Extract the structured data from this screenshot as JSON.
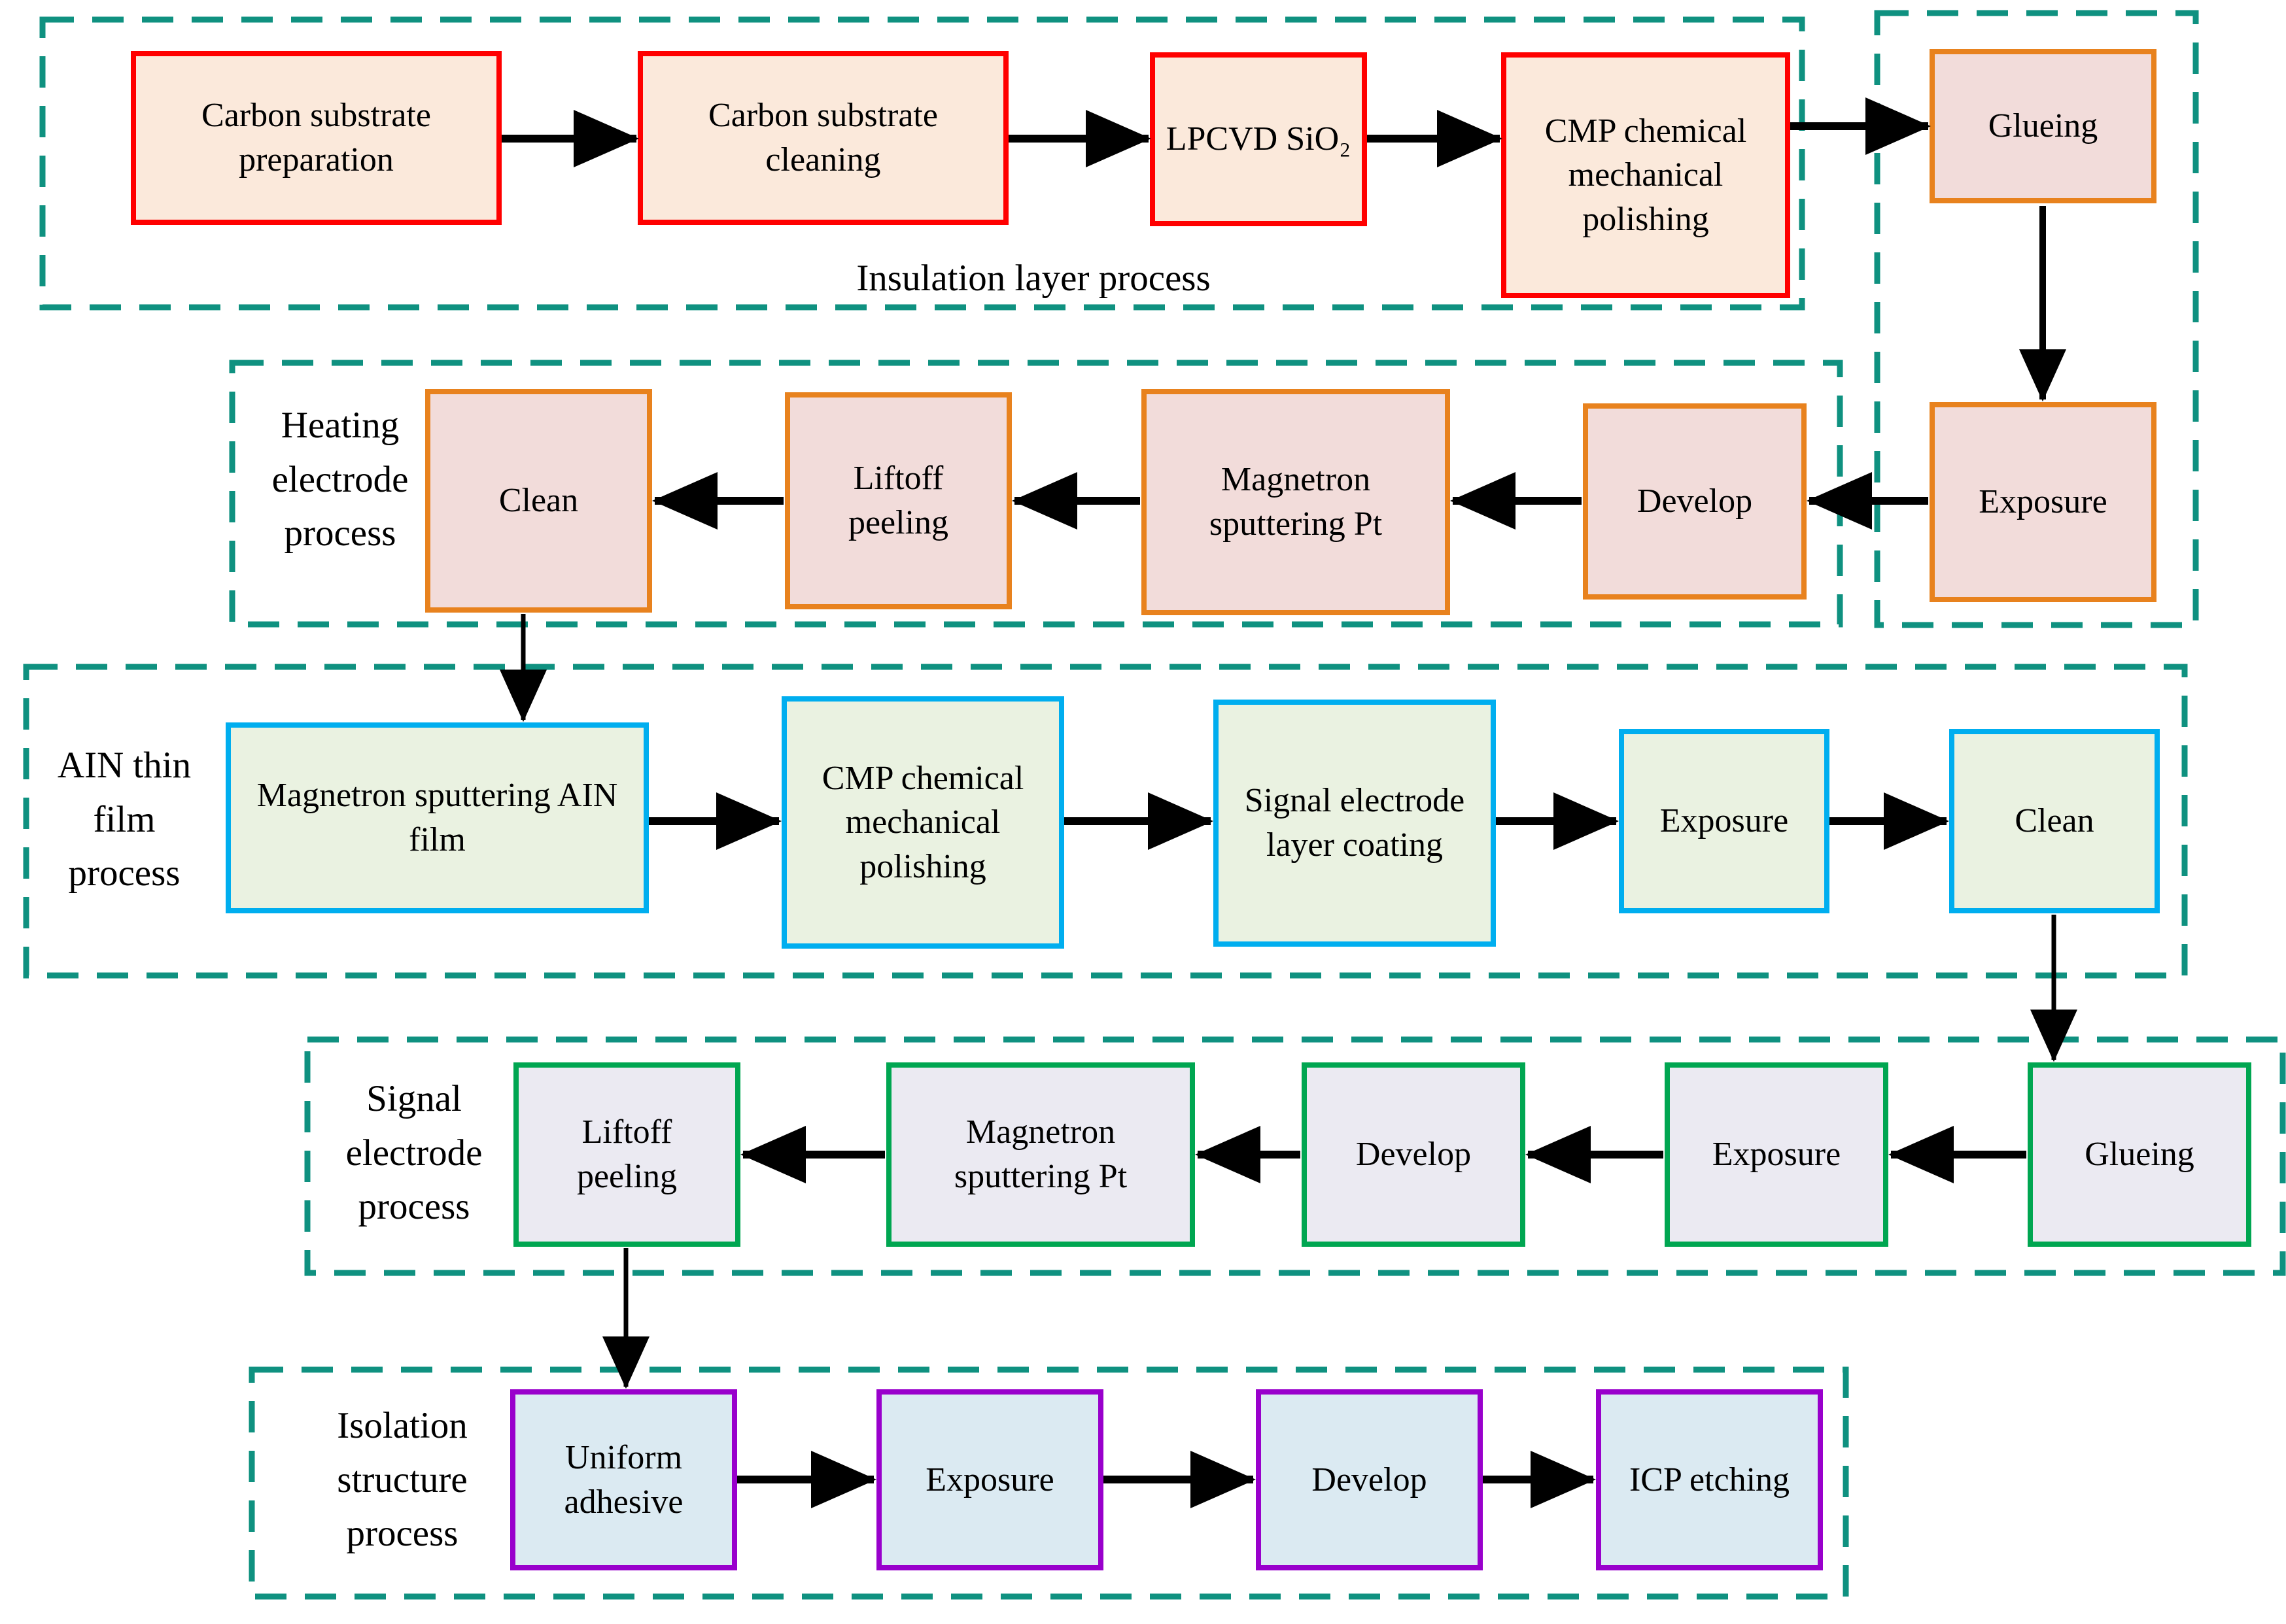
{
  "insulation": {
    "label": "Insulation layer process",
    "boxes": {
      "prep": "Carbon substrate preparation",
      "cleaning": "Carbon substrate cleaning",
      "lpcvd": "LPCVD SiO₂",
      "cmp": "CMP chemical mechanical polishing"
    }
  },
  "transfer": {
    "boxes": {
      "glueing": "Glueing",
      "exposure": "Exposure"
    }
  },
  "heating": {
    "label": "Heating\nelectrode\nprocess",
    "boxes": {
      "clean": "Clean",
      "liftoff": "Liftoff peeling",
      "magnetron_pt": "Magnetron sputtering Pt",
      "develop": "Develop"
    }
  },
  "ain": {
    "label": "AIN thin\nfilm\nprocess",
    "boxes": {
      "magnetron_ain": "Magnetron sputtering AIN film",
      "cmp": "CMP chemical mechanical polishing",
      "signal_coating": "Signal electrode layer coating",
      "exposure": "Exposure",
      "clean": "Clean"
    }
  },
  "signal": {
    "label": "Signal\nelectrode\nprocess",
    "boxes": {
      "liftoff": "Liftoff peeling",
      "magnetron_pt": "Magnetron sputtering Pt",
      "develop": "Develop",
      "exposure": "Exposure",
      "glueing": "Glueing"
    }
  },
  "isolation": {
    "label": "Isolation\nstructure\nprocess",
    "boxes": {
      "adhesive": "Uniform adhesive",
      "exposure": "Exposure",
      "develop": "Develop",
      "icp": "ICP etching"
    }
  },
  "colors": {
    "group_dash": "#0F9180",
    "insulation_border": "#FF0000",
    "heating_border": "#E8821E",
    "ain_border": "#00AEEF",
    "signal_border": "#00A651",
    "isolation_border": "#9900CC",
    "insulation_fill": "#FBE9DB",
    "heating_fill": "#F2DCDA",
    "ain_fill": "#EAF2E1",
    "signal_fill": "#EBEAF2",
    "isolation_fill": "#DBEAF2",
    "arrow": "#000000"
  }
}
